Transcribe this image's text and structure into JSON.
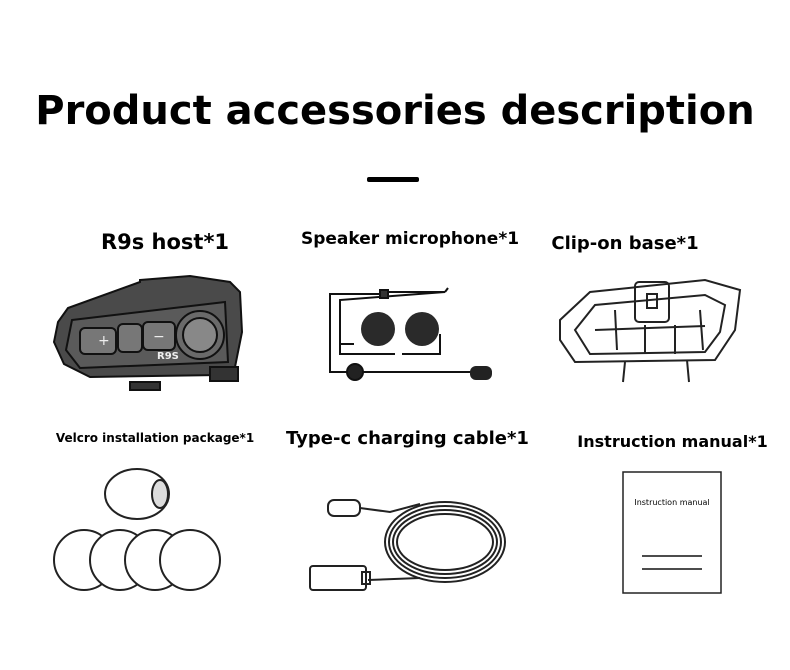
{
  "title": "Product accessories description",
  "items": [
    {
      "label": "R9s host*1",
      "icon": "bluetooth-headset-icon"
    },
    {
      "label": "Speaker microphone*1",
      "icon": "speaker-microphone-icon"
    },
    {
      "label": "Clip-on base*1",
      "icon": "clip-base-icon"
    },
    {
      "label": "Velcro installation package*1",
      "icon": "velcro-pads-icon"
    },
    {
      "label": "Type-c charging cable*1",
      "icon": "usb-cable-icon"
    },
    {
      "label": "Instruction manual*1",
      "icon": "manual-booklet-icon"
    }
  ],
  "host_model": "R9S",
  "manual_cover_text": "Instruction manual"
}
